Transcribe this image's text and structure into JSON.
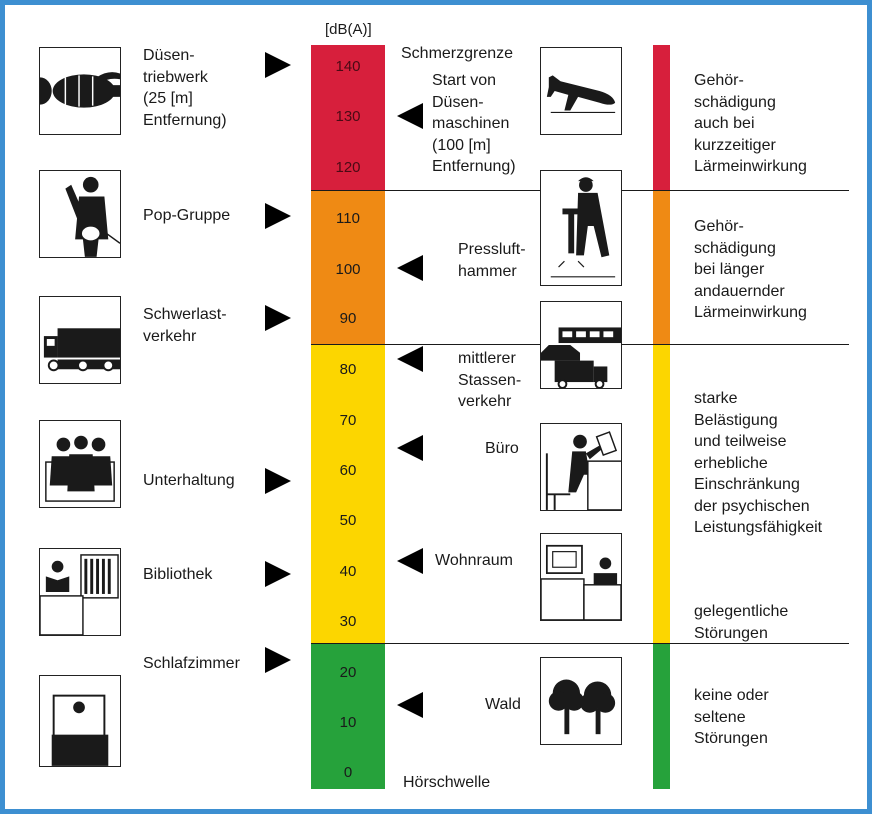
{
  "unit": "[dB(A)]",
  "scale": {
    "ticks": [
      "140",
      "130",
      "120",
      "110",
      "100",
      "90",
      "80",
      "70",
      "60",
      "50",
      "40",
      "30",
      "20",
      "10",
      "0"
    ],
    "bands": [
      {
        "from": 120,
        "to": 145,
        "color": "#d71f3c"
      },
      {
        "from": 88,
        "to": 120,
        "color": "#ef8a14"
      },
      {
        "from": 28,
        "to": 88,
        "color": "#fcd600"
      },
      {
        "from": -3,
        "to": 28,
        "color": "#26a23b"
      }
    ]
  },
  "left_sources": [
    {
      "label": "Düsen-\ntriebwerk\n(25 [m]\nEntfernung)",
      "icon": "jet-engine-icon"
    },
    {
      "label": "Pop-Gruppe",
      "icon": "guitarist-icon"
    },
    {
      "label": "Schwerlast-\nverkehr",
      "icon": "truck-icon"
    },
    {
      "label": "Unterhaltung",
      "icon": "people-conversation-icon"
    },
    {
      "label": "Bibliothek",
      "icon": "reader-library-icon"
    },
    {
      "label": "Schlafzimmer",
      "icon": "bed-icon"
    }
  ],
  "right_sources": [
    {
      "label": "Schmerzgrenze"
    },
    {
      "label": "Start von\nDüsen-\nmaschinen\n(100 [m]\nEntfernung)",
      "icon": "airplane-icon"
    },
    {
      "label": "Pressluft-\nhammer",
      "icon": "jackhammer-icon"
    },
    {
      "label": "mittlerer\nStassen-\nverkehr",
      "icon": "road-traffic-icon"
    },
    {
      "label": "Büro",
      "icon": "office-worker-icon"
    },
    {
      "label": "Wohnraum",
      "icon": "living-room-icon"
    },
    {
      "label": "Wald",
      "icon": "trees-icon"
    },
    {
      "label": "Hörschwelle"
    }
  ],
  "effects": [
    {
      "label": "Gehör-\nschädigung\nauch bei\nkurzzeitiger\nLärmeinwirkung",
      "color": "#d71f3c"
    },
    {
      "label": "Gehör-\nschädigung\nbei länger\nandauernder\nLärmeinwirkung",
      "color": "#ef8a14"
    },
    {
      "label": "starke\nBelästigung\nund teilweise\nerhebliche\nEinschränkung\nder psychischen\nLeistungsfähigkeit",
      "color": "#fcd600"
    },
    {
      "label": "gelegentliche\nStörungen",
      "color": "#fcd600"
    },
    {
      "label": "keine oder\nseltene\nStörungen",
      "color": "#26a23b"
    }
  ]
}
